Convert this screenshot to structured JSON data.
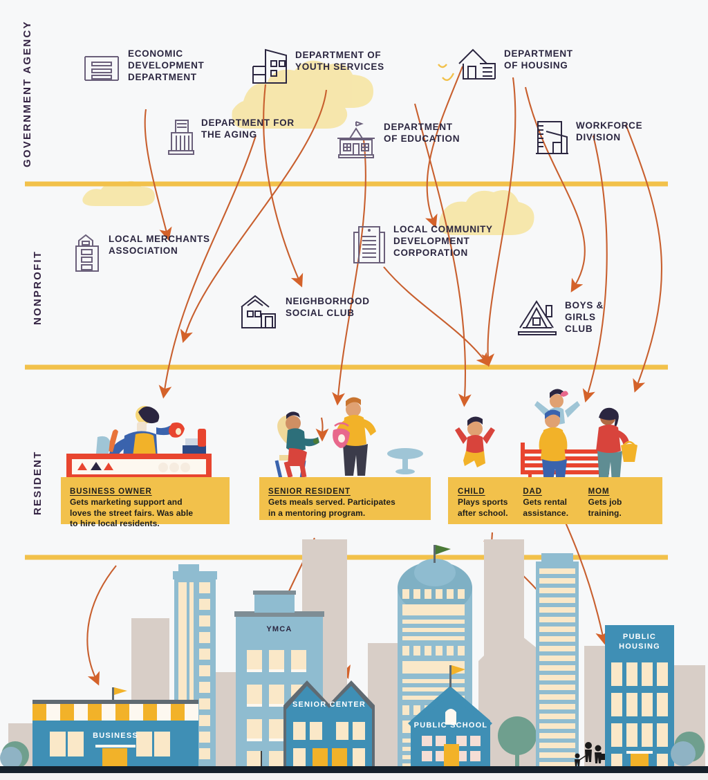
{
  "page": {
    "background": "#f7f8f9",
    "accent_yellow": "#f2c14b",
    "arrow_orange": "#d4622a",
    "ink": "#2b2640",
    "cloud_yellow": "#f6e6a8",
    "building_blue": "#3f8fb5",
    "building_light_blue": "#8fbcd0",
    "building_cream": "#fae8c8",
    "building_grey": "#d6cdc6"
  },
  "bands": [
    {
      "id": "government",
      "label": "GOVERNMENT\nAGENCY"
    },
    {
      "id": "nonprofit",
      "label": "NONPROFIT"
    },
    {
      "id": "resident",
      "label": "RESIDENT"
    }
  ],
  "government": {
    "entities": [
      {
        "id": "economic-development-department",
        "label": "ECONOMIC\nDEVELOPMENT\nDEPARTMENT",
        "icon": "warehouse-icon"
      },
      {
        "id": "department-of-youth-services",
        "label": "DEPARTMENT OF\nYOUTH SERVICES",
        "icon": "modern-building-icon"
      },
      {
        "id": "department-of-housing",
        "label": "DEPARTMENT\nOF HOUSING",
        "icon": "house-icon"
      },
      {
        "id": "department-for-the-aging",
        "label": "DEPARTMENT FOR\nTHE AGING",
        "icon": "tower-icon"
      },
      {
        "id": "department-of-education",
        "label": "DEPARTMENT\nOF EDUCATION",
        "icon": "schoolhouse-icon"
      },
      {
        "id": "workforce-division",
        "label": "WORKFORCE\nDIVISION",
        "icon": "office-block-icon"
      }
    ]
  },
  "nonprofit": {
    "entities": [
      {
        "id": "local-merchants-association",
        "label": "LOCAL MERCHANTS\nASSOCIATION",
        "icon": "storefront-tower-icon"
      },
      {
        "id": "local-community-development-corporation",
        "label": "LOCAL COMMUNITY\nDEVELOPMENT\nCORPORATION",
        "icon": "document-building-icon"
      },
      {
        "id": "neighborhood-social-club",
        "label": "NEIGHBORHOOD\nSOCIAL CLUB",
        "icon": "clubhouse-icon"
      },
      {
        "id": "boys-and-girls-club",
        "label": "BOYS &\nGIRLS\nCLUB",
        "icon": "cabin-icon"
      }
    ]
  },
  "resident": {
    "callouts": [
      {
        "id": "business-owner",
        "title": "BUSINESS OWNER",
        "body": "Gets marketing support and\nloves the street fairs. Was able\nto hire local residents."
      },
      {
        "id": "senior-resident",
        "title": "SENIOR RESIDENT",
        "body": "Gets meals served. Participates\nin a mentoring program."
      }
    ],
    "family_callout": {
      "id": "family-callout",
      "columns": [
        {
          "id": "child",
          "title": "CHILD",
          "body": "Plays sports\nafter school."
        },
        {
          "id": "dad",
          "title": "DAD",
          "body": "Gets rental\nassistance."
        },
        {
          "id": "mom",
          "title": "MOM",
          "body": "Gets job\ntraining."
        }
      ]
    }
  },
  "city": {
    "buildings": [
      {
        "id": "business",
        "label": "BUSINESS"
      },
      {
        "id": "ymca",
        "label": "YMCA"
      },
      {
        "id": "senior-center",
        "label": "SENIOR CENTER"
      },
      {
        "id": "public-school",
        "label": "PUBLIC SCHOOL"
      },
      {
        "id": "public-housing",
        "label": "PUBLIC\nHOUSING"
      }
    ]
  }
}
